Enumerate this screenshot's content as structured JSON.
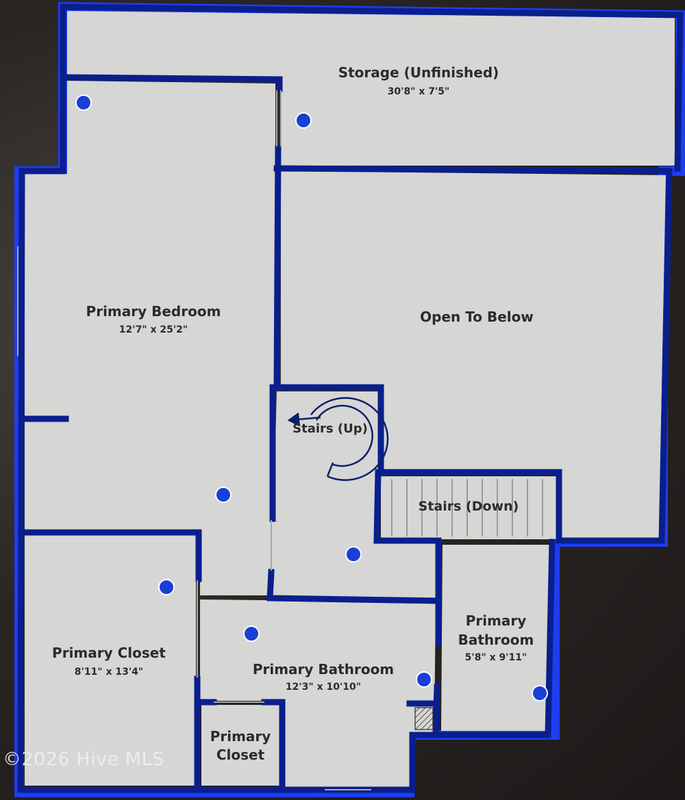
{
  "rooms": {
    "storage": {
      "name": "Storage (Unfinished)",
      "dims": "30'8\" x 7'5\""
    },
    "bedroom": {
      "name": "Primary Bedroom",
      "dims": "12'7\" x 25'2\""
    },
    "open_below": {
      "name": "Open To Below"
    },
    "stairs_up": {
      "name": "Stairs (Up)"
    },
    "stairs_down": {
      "name": "Stairs (Down)"
    },
    "closet_left": {
      "name": "Primary Closet",
      "dims": "8'11\" x 13'4\""
    },
    "bath_main": {
      "name": "Primary Bathroom",
      "dims": "12'3\" x 10'10\""
    },
    "bath_right": {
      "name_line1": "Primary",
      "name_line2": "Bathroom",
      "dims": "5'8\" x 9'11\""
    },
    "closet_small": {
      "name_line1": "Primary",
      "name_line2": "Closet"
    }
  },
  "watermark": "©2026 Hive MLS",
  "colors": {
    "wall": "#0a1f8c",
    "floor": "#d6d6d4",
    "marker": "#1a3fd6",
    "outline": "#1f3df0"
  },
  "icons": [
    "camera-marker",
    "stair-arrow-icon",
    "vent-hatch-icon"
  ]
}
